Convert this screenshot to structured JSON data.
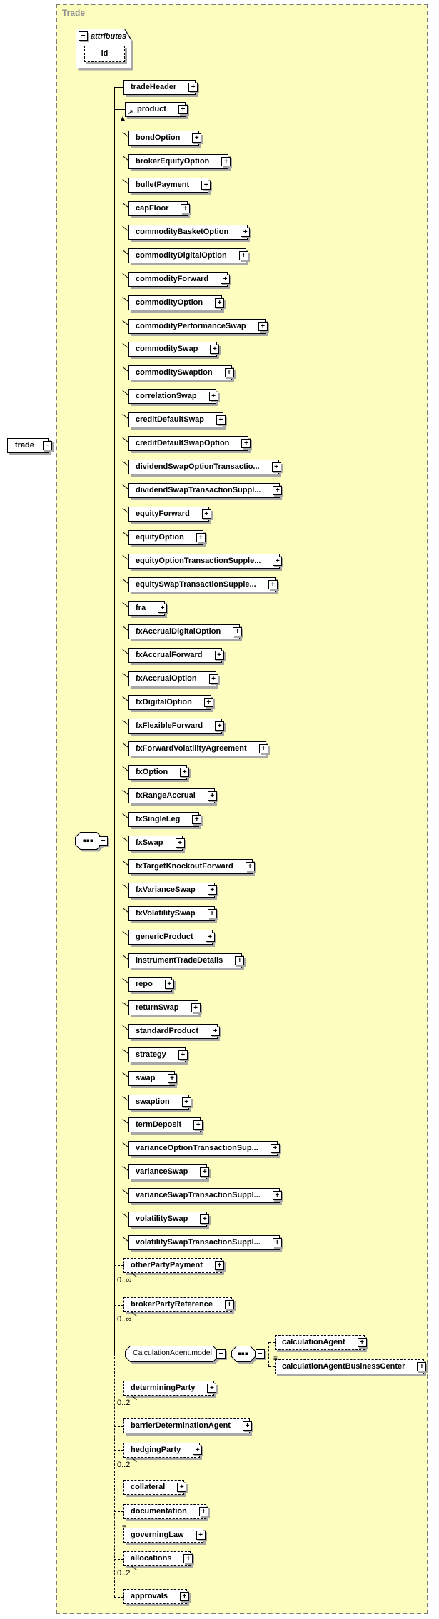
{
  "frame": {
    "title": "Trade"
  },
  "root_element": {
    "label": "trade"
  },
  "attributes_group": {
    "label": "attributes",
    "attributes": [
      {
        "label": "id"
      }
    ]
  },
  "icons": {
    "expand": "+",
    "collapse": "−",
    "reference": "↗",
    "substitution_arrow": "▲",
    "note": "≡"
  },
  "sequence_children_top": [
    {
      "label": "tradeHeader",
      "expandable": true
    },
    {
      "label": "product",
      "expandable": true,
      "reference": true
    }
  ],
  "product_substitutions": [
    {
      "label": "bondOption"
    },
    {
      "label": "brokerEquityOption"
    },
    {
      "label": "bulletPayment"
    },
    {
      "label": "capFloor"
    },
    {
      "label": "commodityBasketOption"
    },
    {
      "label": "commodityDigitalOption"
    },
    {
      "label": "commodityForward"
    },
    {
      "label": "commodityOption"
    },
    {
      "label": "commodityPerformanceSwap"
    },
    {
      "label": "commoditySwap"
    },
    {
      "label": "commoditySwaption"
    },
    {
      "label": "correlationSwap"
    },
    {
      "label": "creditDefaultSwap"
    },
    {
      "label": "creditDefaultSwapOption"
    },
    {
      "label": "dividendSwapOptionTransactio..."
    },
    {
      "label": "dividendSwapTransactionSuppl..."
    },
    {
      "label": "equityForward"
    },
    {
      "label": "equityOption"
    },
    {
      "label": "equityOptionTransactionSupple..."
    },
    {
      "label": "equitySwapTransactionSupple..."
    },
    {
      "label": "fra"
    },
    {
      "label": "fxAccrualDigitalOption"
    },
    {
      "label": "fxAccrualForward"
    },
    {
      "label": "fxAccrualOption"
    },
    {
      "label": "fxDigitalOption"
    },
    {
      "label": "fxFlexibleForward"
    },
    {
      "label": "fxForwardVolatilityAgreement"
    },
    {
      "label": "fxOption"
    },
    {
      "label": "fxRangeAccrual"
    },
    {
      "label": "fxSingleLeg"
    },
    {
      "label": "fxSwap"
    },
    {
      "label": "fxTargetKnockoutForward"
    },
    {
      "label": "fxVarianceSwap"
    },
    {
      "label": "fxVolatilitySwap"
    },
    {
      "label": "genericProduct"
    },
    {
      "label": "instrumentTradeDetails"
    },
    {
      "label": "repo"
    },
    {
      "label": "returnSwap"
    },
    {
      "label": "standardProduct"
    },
    {
      "label": "strategy"
    },
    {
      "label": "swap"
    },
    {
      "label": "swaption"
    },
    {
      "label": "termDeposit"
    },
    {
      "label": "varianceOptionTransactionSup..."
    },
    {
      "label": "varianceSwap"
    },
    {
      "label": "varianceSwapTransactionSuppl..."
    },
    {
      "label": "volatilitySwap"
    },
    {
      "label": "volatilitySwapTransactionSuppl..."
    }
  ],
  "sequence_children_bottom": [
    {
      "label": "otherPartyPayment",
      "optional": true,
      "occurs": "0..∞",
      "expandable": true
    },
    {
      "label": "brokerPartyReference",
      "optional": true,
      "occurs": "0..∞",
      "expandable": true
    },
    {
      "label": "CalculationAgent.model",
      "model_group": true,
      "children": [
        {
          "label": "calculationAgent",
          "optional": true,
          "expandable": true
        },
        {
          "label": "calculationAgentBusinessCenter",
          "optional": true,
          "expandable": true,
          "note": true
        }
      ]
    },
    {
      "label": "determiningParty",
      "optional": true,
      "occurs": "0..2",
      "expandable": true
    },
    {
      "label": "barrierDeterminationAgent",
      "optional": true,
      "expandable": true
    },
    {
      "label": "hedgingParty",
      "optional": true,
      "occurs": "0..2",
      "expandable": true
    },
    {
      "label": "collateral",
      "optional": true,
      "expandable": true
    },
    {
      "label": "documentation",
      "optional": true,
      "expandable": true
    },
    {
      "label": "governingLaw",
      "optional": true,
      "expandable": true,
      "note": true
    },
    {
      "label": "allocations",
      "optional": true,
      "occurs": "0..2",
      "expandable": true
    },
    {
      "label": "approvals",
      "optional": true,
      "expandable": true
    }
  ],
  "colors": {
    "frame_fill": "#fdfdc0",
    "frame_border": "#7b7b7b",
    "box_fill": "#ffffff",
    "box_border": "#000000",
    "shadow": "#a8a8a8",
    "title_text": "#8f8f8f",
    "label_text": "#000000"
  }
}
